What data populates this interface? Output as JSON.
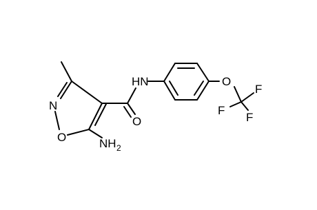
{
  "molecule": {
    "atom_labels": {
      "n_ring": "N",
      "o_ring": "O",
      "nh2": "NH",
      "nh2_sub": "2",
      "amide_nh": "HN",
      "carbonyl_o": "O",
      "ether_o": "O",
      "f_top": "F",
      "f_left": "F",
      "f_right": "F"
    },
    "colors": {
      "bond": "#000000",
      "text": "#000000",
      "background": "#ffffff"
    }
  }
}
